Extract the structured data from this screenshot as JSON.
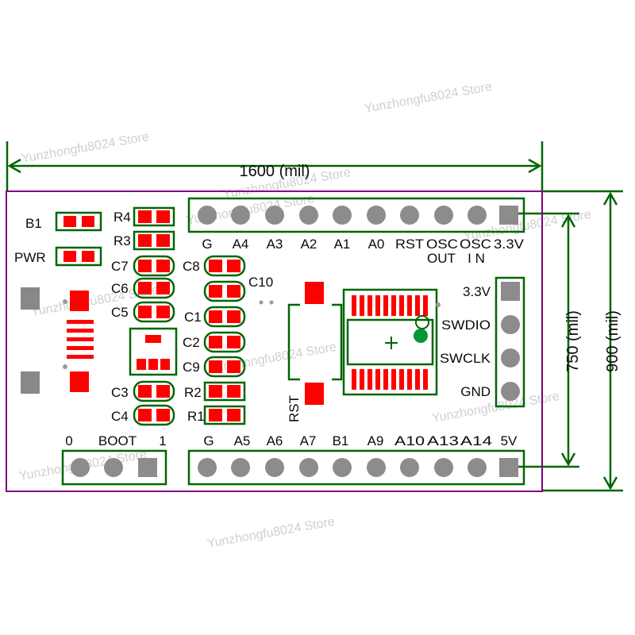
{
  "dimensions": {
    "width_label": "1600 (mil)",
    "height_outer_label": "900 (mil)",
    "height_inner_label": "750 (mil)"
  },
  "labels": {
    "b1": "B1",
    "pwr": "PWR",
    "r4": "R4",
    "r3": "R3",
    "c7": "C7",
    "c6": "C6",
    "c5": "C5",
    "c8": "C8",
    "c1": "C1",
    "c2": "C2",
    "c9": "C9",
    "c10": "C10",
    "c3": "C3",
    "c4": "C4",
    "r2": "R2",
    "r1": "R1",
    "rst": "RST",
    "boot0": "0",
    "boot": "BOOT",
    "boot1": "1"
  },
  "top_header_pins": [
    "G",
    "A4",
    "A3",
    "A2",
    "A1",
    "A0",
    "RST",
    "OSC",
    "OSC",
    "3.3V"
  ],
  "top_header_sub": [
    "OUT",
    "I N"
  ],
  "bottom_header_pins": [
    "G",
    "A5",
    "A6",
    "A7",
    "B1",
    "A9",
    "A10",
    "A13",
    "A14",
    "5V"
  ],
  "swd_pins": [
    "3.3V",
    "SWDIO",
    "SWCLK",
    "GND"
  ],
  "watermark": "Yunzhongfu8024 Store",
  "colors": {
    "silk": "#006600",
    "pad_red": "#ff0000",
    "board_edge": "#800080",
    "pad_gray": "#888888",
    "pin_gray": "#8c8c8c"
  }
}
